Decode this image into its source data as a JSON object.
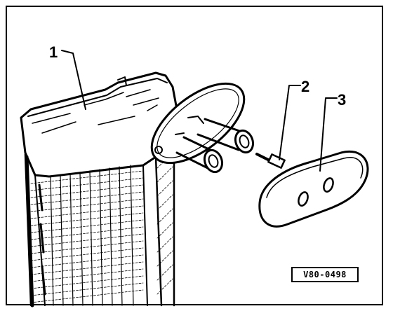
{
  "callouts": [
    {
      "label": "1"
    },
    {
      "label": "2"
    },
    {
      "label": "3"
    }
  ],
  "reference_code": "V80-0498",
  "colors": {
    "ink": "#000000",
    "paper": "#ffffff"
  }
}
